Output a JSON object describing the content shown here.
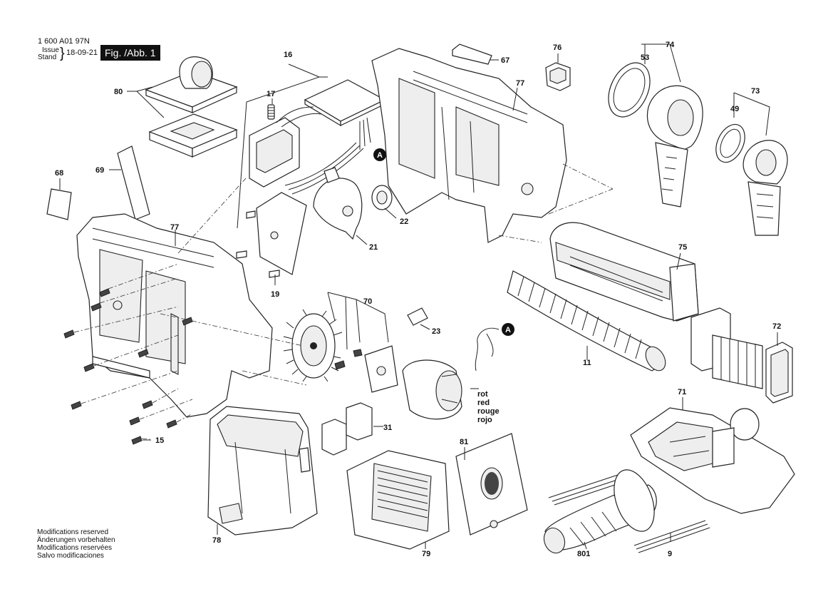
{
  "header": {
    "doc_number": "1 600 A01 97N",
    "issue_label": "Issue",
    "stand_label": "Stand",
    "date": "18-09-21",
    "figure": "Fig. /Abb. 1"
  },
  "callouts": {
    "c16": "16",
    "c17": "17",
    "c80": "80",
    "c67": "67",
    "c76": "76",
    "c74": "74",
    "c53": "53",
    "c77a": "77",
    "c73": "73",
    "c49": "49",
    "c68": "68",
    "c69": "69",
    "c77b": "77",
    "c22": "22",
    "c21": "21",
    "c19": "19",
    "c75": "75",
    "c70": "70",
    "c23": "23",
    "c11": "11",
    "c72": "72",
    "c31": "31",
    "c15": "15",
    "c81": "81",
    "c71": "71",
    "c78": "78",
    "c79": "79",
    "c801": "801",
    "c9": "9"
  },
  "markers": {
    "a1": "A",
    "a2": "A"
  },
  "wire_color": {
    "rot": "rot",
    "red": "red",
    "rouge": "rouge",
    "rojo": "rojo"
  },
  "footer": {
    "l1": "Modifications reserved",
    "l2": "Änderungen vorbehalten",
    "l3": "Modifications reséṙvées",
    "l4": "Salvo modificaciones"
  }
}
